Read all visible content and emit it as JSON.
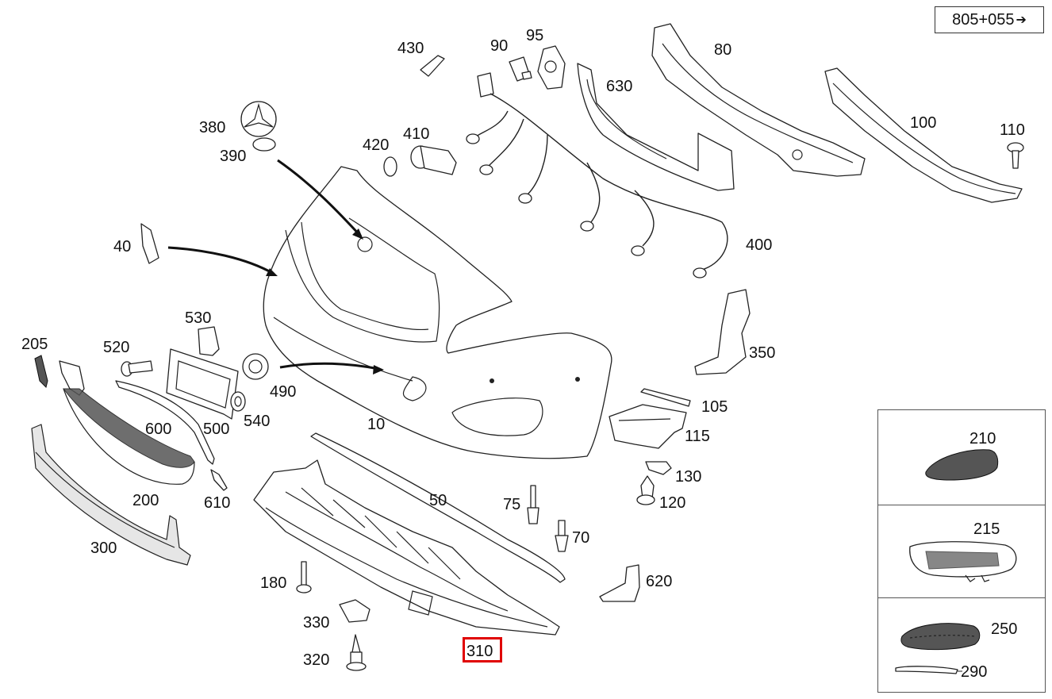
{
  "reference": {
    "text": "805+055",
    "arrow_icon": "arrow-right-icon"
  },
  "highlight": {
    "part": "310",
    "color": "#e00000"
  },
  "labels": {
    "l430": "430",
    "l90": "90",
    "l95": "95",
    "l80": "80",
    "l630": "630",
    "l100": "100",
    "l110": "110",
    "l380": "380",
    "l390": "390",
    "l420": "420",
    "l410": "410",
    "l40": "40",
    "l400": "400",
    "l530": "530",
    "l205": "205",
    "l520": "520",
    "l350": "350",
    "l490": "490",
    "l105": "105",
    "l600": "600",
    "l500": "500",
    "l540": "540",
    "l10": "10",
    "l115": "115",
    "l130": "130",
    "l50": "50",
    "l75": "75",
    "l120": "120",
    "l200": "200",
    "l610": "610",
    "l70": "70",
    "l300": "300",
    "l180": "180",
    "l620": "620",
    "l330": "330",
    "l320": "320",
    "l310": "310"
  },
  "insets": {
    "i210": "210",
    "i215": "215",
    "i250": "250",
    "i290": "290"
  }
}
